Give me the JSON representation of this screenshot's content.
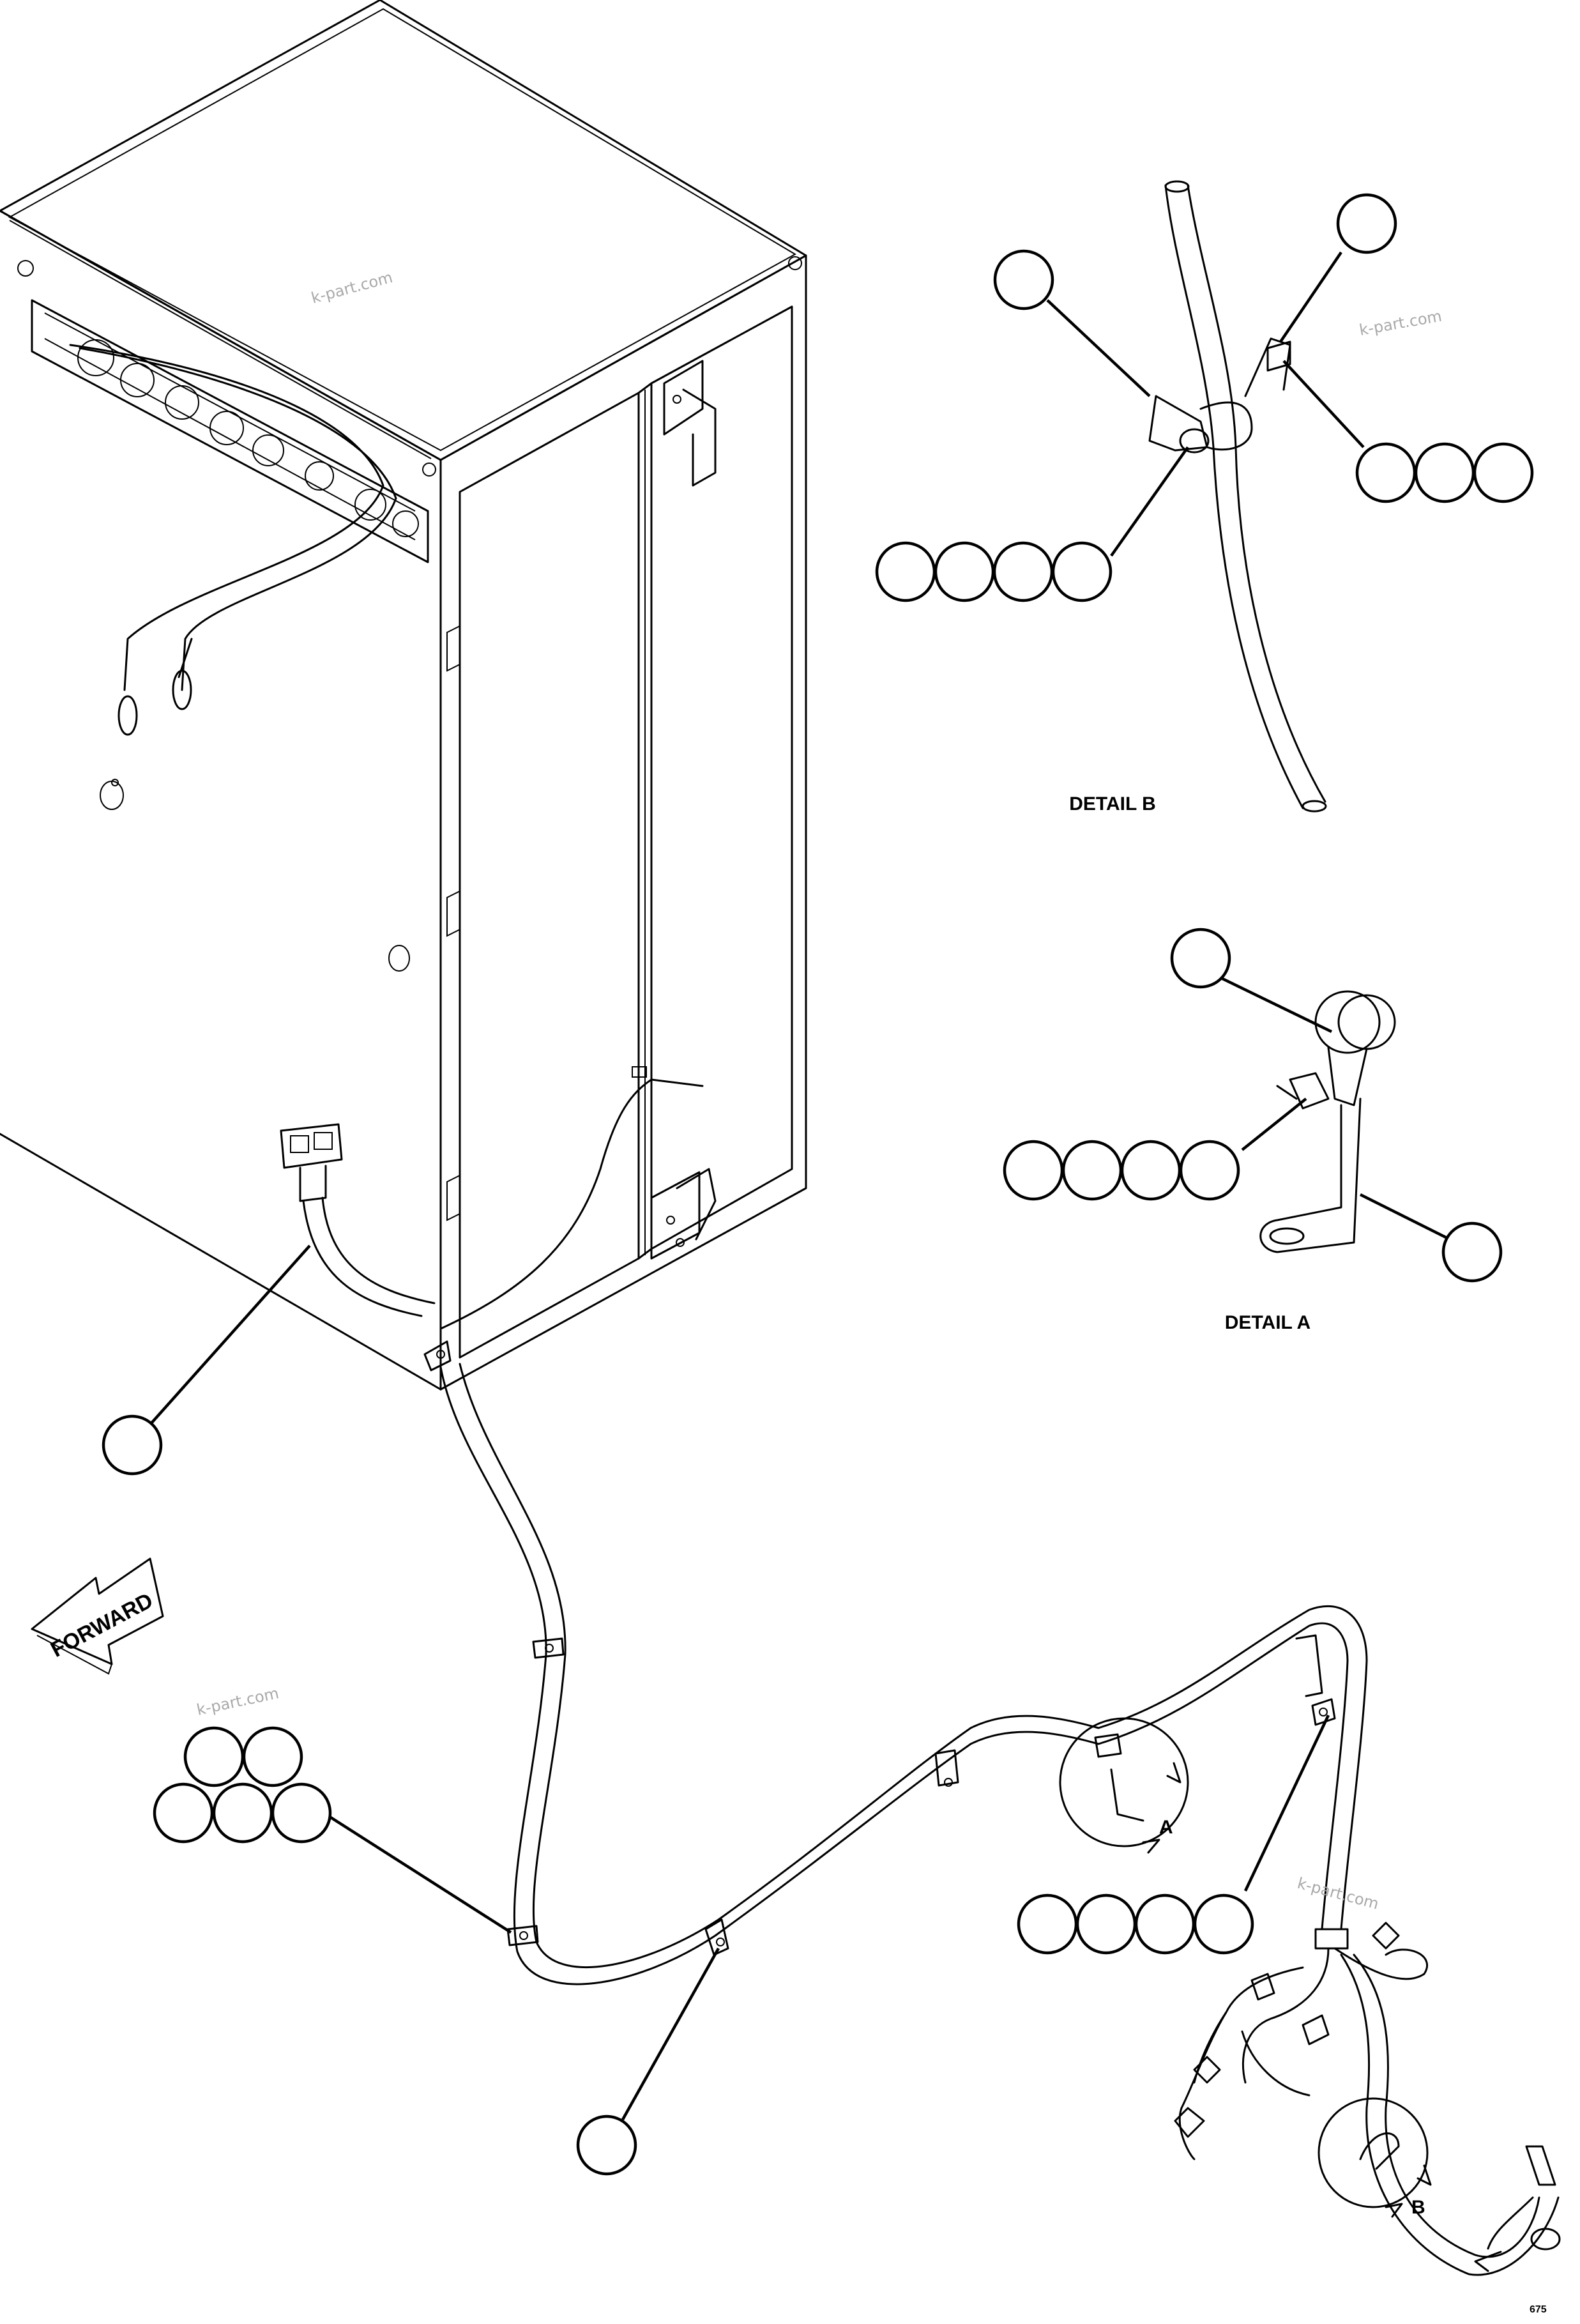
{
  "labels": {
    "detail_b": "DETAIL B",
    "detail_a": "DETAIL A",
    "forward": "FORWARD",
    "view_a": "A",
    "view_b": "B",
    "sheet_code": "675"
  },
  "watermark": "k-part.com",
  "balloon_groups": [
    {
      "name": "detail-b-top-balloon",
      "count": 1
    },
    {
      "name": "detail-b-left-balloon",
      "count": 1
    },
    {
      "name": "detail-b-right-group",
      "count": 3
    },
    {
      "name": "detail-b-bottom-group",
      "count": 4
    },
    {
      "name": "detail-a-top-balloon",
      "count": 1
    },
    {
      "name": "detail-a-left-group",
      "count": 4
    },
    {
      "name": "detail-a-right-balloon",
      "count": 1
    },
    {
      "name": "harness-connector-balloon",
      "count": 1
    },
    {
      "name": "clip-group",
      "count": 5
    },
    {
      "name": "clamp-group",
      "count": 4
    },
    {
      "name": "harness-bottom-balloon",
      "count": 1
    }
  ]
}
